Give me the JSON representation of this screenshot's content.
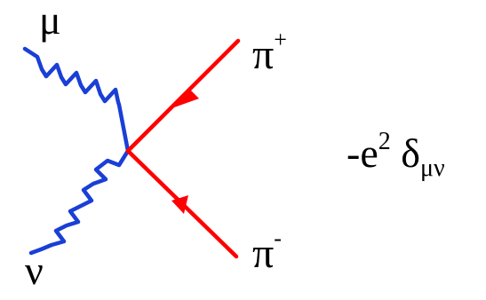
{
  "diagram": {
    "colors": {
      "photon": "#1a3fd6",
      "pion": "#ff0000",
      "text": "#000000"
    },
    "labels": {
      "mu": "μ",
      "nu": "ν",
      "pi_plus_base": "π",
      "pi_plus_sign": "+",
      "pi_minus_base": "π",
      "pi_minus_sign": "-"
    },
    "vertex_factor": {
      "prefix": "-e",
      "power": "2",
      "delta": " δ",
      "indices": "μν"
    }
  }
}
